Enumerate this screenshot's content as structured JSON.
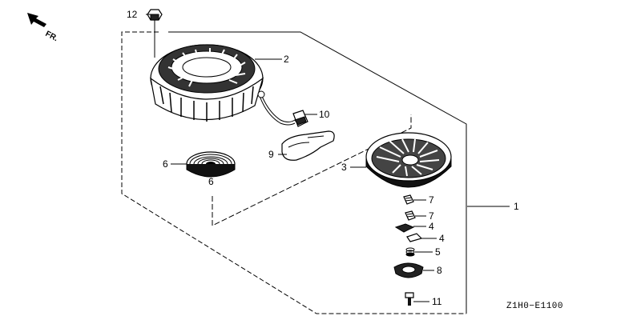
{
  "direction_label": "FR.",
  "diagram_code": "Z1H0−E1100",
  "callouts": {
    "p1": "1",
    "p2": "2",
    "p3": "3",
    "p4a": "4",
    "p4b": "4",
    "p5": "5",
    "p6a": "6",
    "p6b": "6",
    "p7a": "7",
    "p7b": "7",
    "p8": "8",
    "p9": "9",
    "p10": "10",
    "p11": "11",
    "p12": "12"
  }
}
